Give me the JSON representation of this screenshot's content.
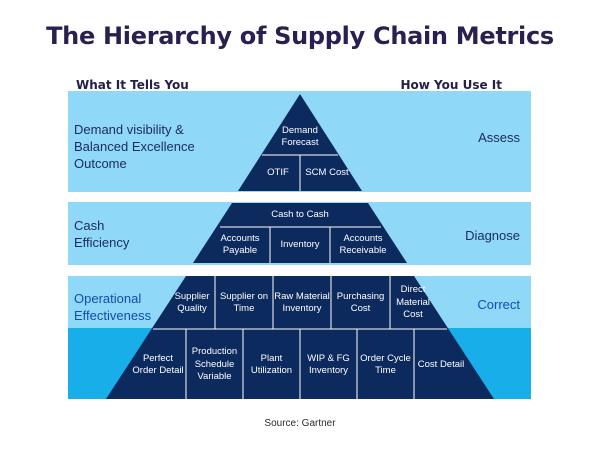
{
  "title": "The Hierarchy of Supply Chain Metrics",
  "column_headers": {
    "left": "What It Tells You",
    "right": "How You Use It"
  },
  "tiers": [
    {
      "tells": "Demand visibility & Balanced Excellence Outcome",
      "use": "Assess",
      "cells": [
        "Demand Forecast",
        "OTIF",
        "SCM Cost"
      ]
    },
    {
      "tells": "Cash Efficiency",
      "use": "Diagnose",
      "cells": [
        "Cash to Cash",
        "Accounts Payable",
        "Inventory",
        "Accounts Receivable"
      ]
    },
    {
      "tells": "Operational Effectiveness",
      "use": "Correct",
      "cells": [
        "Supplier Quality",
        "Supplier on Time",
        "Raw Material Inventory",
        "Purchasing Cost",
        "Direct Material Cost",
        "Perfect Order Detail",
        "Production Schedule Variable",
        "Plant Utilization",
        "WIP & FG Inventory",
        "Order Cycle Time",
        "Cost Detail"
      ]
    }
  ],
  "source": "Source: Gartner",
  "colors": {
    "title": "#2a1f4e",
    "band_light": "#8fd8f8",
    "band_dark": "#18aeea",
    "pyramid": "#0c2a5e",
    "cell_divider": "#ffffff"
  }
}
